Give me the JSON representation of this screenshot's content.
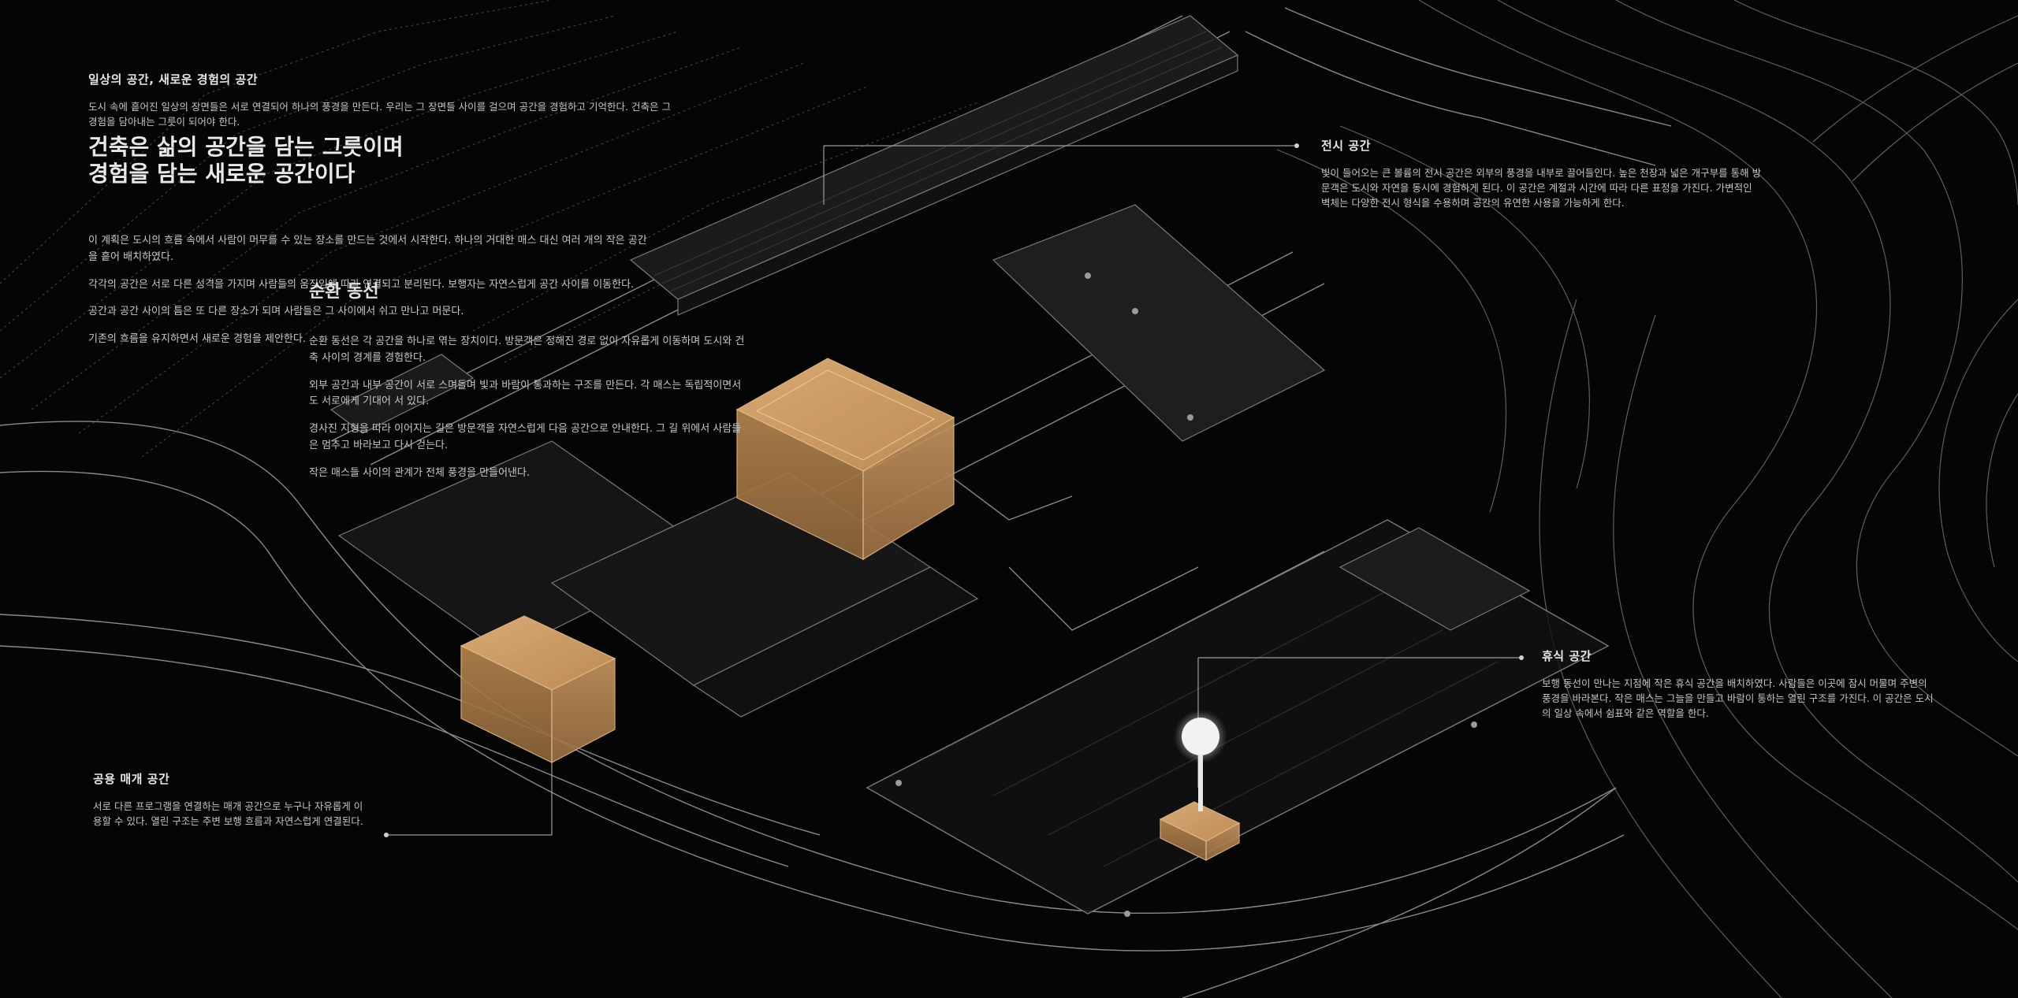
{
  "colors": {
    "background": "#050505",
    "linework": "#8a8a8a",
    "accent_box": "#d9a35f",
    "marker": "#f0f0f0"
  },
  "header": {
    "caption": "일상의 공간, 새로운 경험의 공간",
    "title_line1": "건축은 삶의 공간을 담는 그릇이며",
    "title_line2": "경험을 담는 새로운 공간이다",
    "intro": "도시 속에 흩어진 일상의 장면들은 서로 연결되어 하나의 풍경을 만든다. 우리는 그 장면들 사이를 걸으며 공간을 경험하고 기억한다. 건축은 그 경험을 담아내는 그릇이 되어야 한다."
  },
  "left_column": {
    "paragraphs": [
      "이 계획은 도시의 흐름 속에서 사람이 머무를 수 있는 장소를 만드는 것에서 시작한다. 하나의 거대한 매스 대신 여러 개의 작은 공간을 흩어 배치하였다.",
      "각각의 공간은 서로 다른 성격을 가지며 사람들의 움직임에 따라 연결되고 분리된다. 보행자는 자연스럽게 공간 사이를 이동한다.",
      "공간과 공간 사이의 틈은 또 다른 장소가 되며 사람들은 그 사이에서 쉬고 만나고 머문다.",
      "기존의 흐름을 유지하면서 새로운 경험을 제안한다."
    ]
  },
  "center_column": {
    "heading": "순환 동선",
    "paragraphs": [
      "순환 동선은 각 공간을 하나로 엮는 장치이다. 방문객은 정해진 경로 없이 자유롭게 이동하며 도시와 건축 사이의 경계를 경험한다.",
      "외부 공간과 내부 공간이 서로 스며들며 빛과 바람이 통과하는 구조를 만든다. 각 매스는 독립적이면서도 서로에게 기대어 서 있다.",
      "경사진 지형을 따라 이어지는 길은 방문객을 자연스럽게 다음 공간으로 안내한다. 그 길 위에서 사람들은 멈추고 바라보고 다시 걷는다.",
      "작은 매스들 사이의 관계가 전체 풍경을 만들어낸다."
    ]
  },
  "annotations": [
    {
      "title": "전시 공간",
      "body": "빛이 들어오는 큰 볼륨의 전시 공간은 외부의 풍경을 내부로 끌어들인다. 높은 천장과 넓은 개구부를 통해 방문객은 도시와 자연을 동시에 경험하게 된다. 이 공간은 계절과 시간에 따라 다른 표정을 가진다. 가변적인 벽체는 다양한 전시 형식을 수용하며 공간의 유연한 사용을 가능하게 한다."
    },
    {
      "title": "휴식 공간",
      "body": "보행 동선이 만나는 지점에 작은 휴식 공간을 배치하였다. 사람들은 이곳에 잠시 머물며 주변의 풍경을 바라본다. 작은 매스는 그늘을 만들고 바람이 통하는 열린 구조를 가진다. 이 공간은 도시의 일상 속에서 쉼표와 같은 역할을 한다."
    },
    {
      "title": "공용 매개 공간",
      "body": "서로 다른 프로그램을 연결하는 매개 공간으로 누구나 자유롭게 이용할 수 있다. 열린 구조는 주변 보행 흐름과 자연스럽게 연결된다."
    }
  ]
}
